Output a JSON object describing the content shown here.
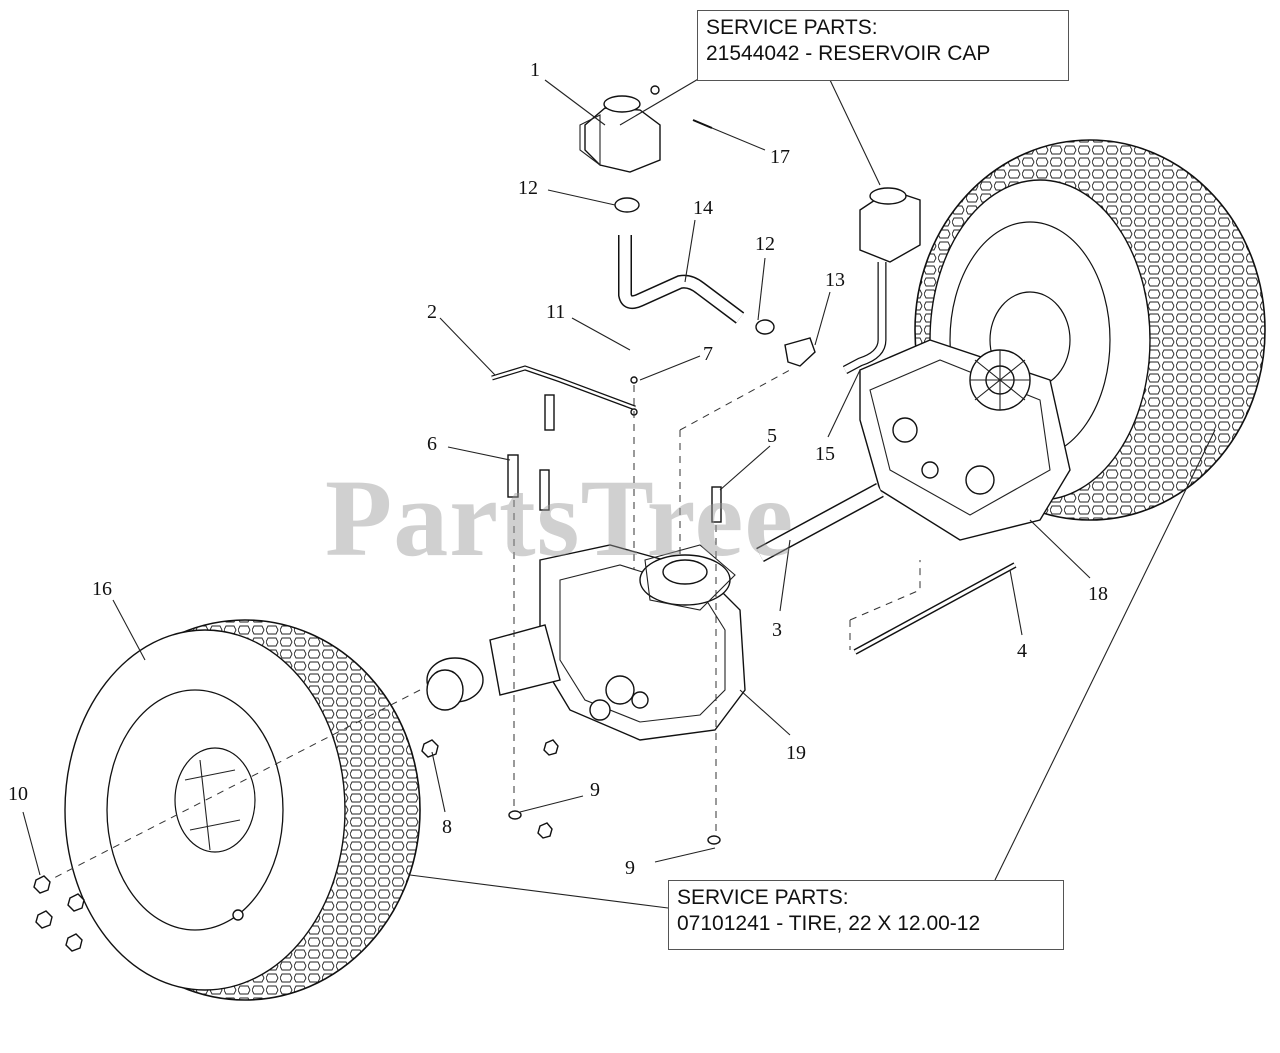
{
  "watermark": "PartsTree",
  "service_box_top": {
    "line1": "SERVICE PARTS:",
    "line2": "21544042 - RESERVOIR CAP"
  },
  "service_box_bottom": {
    "line1": "SERVICE PARTS:",
    "line2": "07101241 - TIRE, 22 X 12.00-12"
  },
  "callouts": {
    "c1": "1",
    "c2": "2",
    "c3": "3",
    "c4": "4",
    "c5": "5",
    "c6": "6",
    "c7": "7",
    "c8": "8",
    "c9a": "9",
    "c9b": "9",
    "c10": "10",
    "c11": "11",
    "c12a": "12",
    "c12b": "12",
    "c13": "13",
    "c14": "14",
    "c15": "15",
    "c16": "16",
    "c17": "17",
    "c18": "18",
    "c19": "19"
  }
}
